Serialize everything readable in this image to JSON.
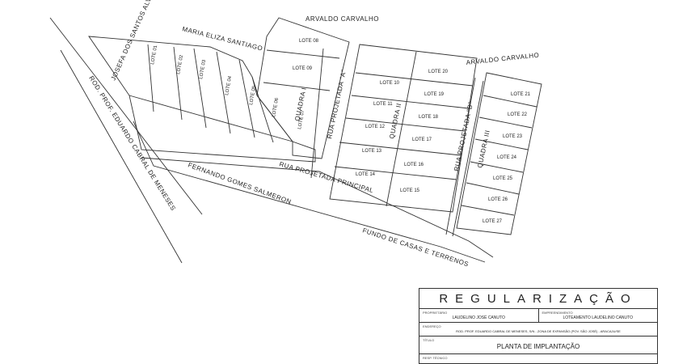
{
  "streets": {
    "arvaldo_top": "ARVALDO CARVALHO",
    "arvaldo_right": "ARVALDO CARVALHO",
    "maria": "MARIA ELIZA SANTIAGO",
    "josefa": "JOSEFA DOS SANTOS ALVES",
    "rod_prof": "ROD. PROF. EDUARDO CABRAL DE MENESES",
    "fernando": "FERNANDO GOMES SALMERON",
    "projetada_principal": "RUA PROJETADA PRINCIPAL",
    "projetada_a": "RUA PROJETADA \"A\"",
    "projetada_b": "RUA PROJETADA \"B\"",
    "fundo": "FUNDO DE CASAS E TERRENOS"
  },
  "blocks": {
    "quadra_left": "QUADRA I",
    "quadra_mid": "QUADRA II",
    "quadra_right": "QUADRA III"
  },
  "lots": [
    "LOTE 01",
    "LOTE 02",
    "LOTE 03",
    "LOTE 04",
    "LOTE 05",
    "LOTE 06",
    "LOTE 07",
    "LOTE 08",
    "LOTE 09",
    "LOTE 10",
    "LOTE 11",
    "LOTE 12",
    "LOTE 13",
    "LOTE 14",
    "LOTE 15",
    "LOTE 16",
    "LOTE 17",
    "LOTE 18",
    "LOTE 19",
    "LOTE 20",
    "LOTE 21",
    "LOTE 22",
    "LOTE 23",
    "LOTE 24",
    "LOTE 25",
    "LOTE 26",
    "LOTE 27"
  ],
  "titleblock": {
    "title": "REGULARIZAÇÃO",
    "proprietario_cap": "PROPRIETÁRIO",
    "proprietario": "LAUDELINO JOSÉ CANUTO",
    "empreendimento_cap": "EMPREENDIMENTO",
    "empreendimento": "LOTEAMENTO LAUDELINO CANUTO",
    "endereco_cap": "ENDEREÇO",
    "endereco": "ROD. PROF. EDUARDO CABRAL DE MENESES, S/N - ZONA DE EXPANSÃO (POV. SÃO JOSÉ) - ARACAJU/SE",
    "titulo_cap": "TÍTULO",
    "titulo": "PLANTA DE IMPLANTAÇÃO",
    "resp_cap": "RESP. TÉCNICO"
  }
}
